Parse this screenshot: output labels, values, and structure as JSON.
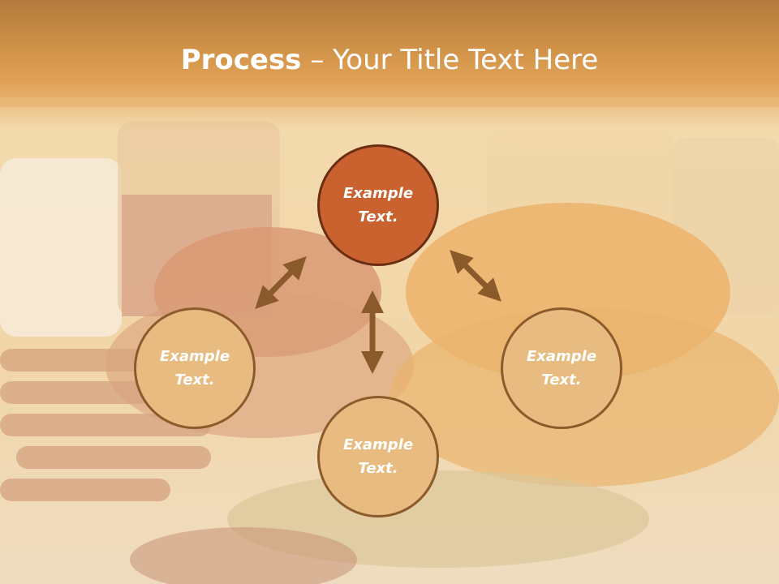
{
  "title": {
    "bold": "Process",
    "regular": " – Your Title Text Here"
  },
  "nodes": {
    "top": {
      "line1": "Example",
      "line2": "Text."
    },
    "left": {
      "line1": "Example",
      "line2": "Text."
    },
    "right": {
      "line1": "Example",
      "line2": "Text."
    },
    "bottom": {
      "line1": "Example",
      "line2": "Text."
    }
  },
  "colors": {
    "header": "#cf9247",
    "accent_node": "#c9622f",
    "light_node": "#e8bc80",
    "arrow": "#8b5a2b",
    "title_text": "#ffffff"
  }
}
